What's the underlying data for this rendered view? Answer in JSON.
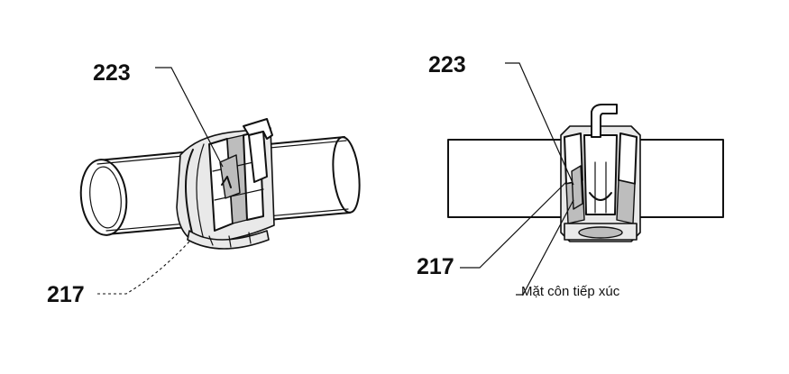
{
  "figure": {
    "left_view": {
      "labels": {
        "top_ref": "223",
        "bottom_ref": "217"
      }
    },
    "right_view": {
      "labels": {
        "top_ref": "223",
        "bottom_ref": "217",
        "contact_surface": "Mặt côn tiếp xúc"
      }
    }
  }
}
